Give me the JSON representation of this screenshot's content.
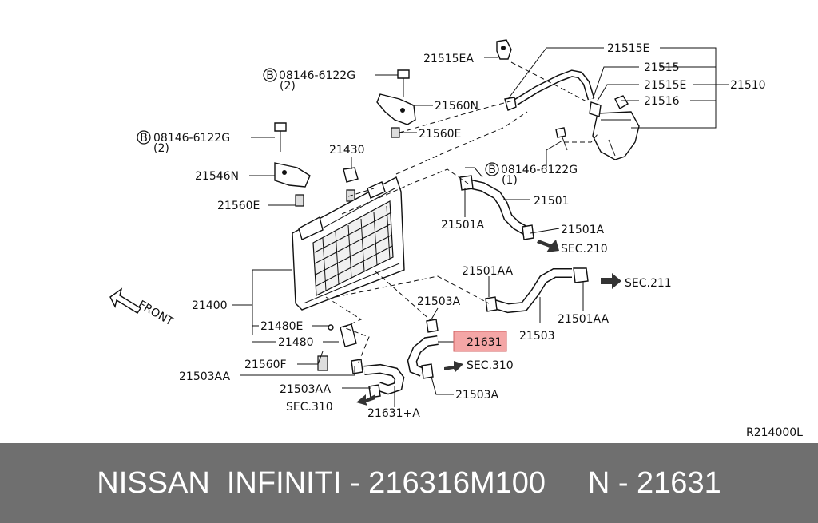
{
  "labels": {
    "p21515EA": "21515EA",
    "p21515E_top": "21515E",
    "p21515": "21515",
    "p21515E_mid": "21515E",
    "p21510": "21510",
    "p21516": "21516",
    "bolt_top": "08146-6122G",
    "bolt_top_qty": "(2)",
    "p21560N": "21560N",
    "p21560E_top": "21560E",
    "bolt_left": "08146-6122G",
    "bolt_left_qty": "(2)",
    "p21430": "21430",
    "p21546N": "21546N",
    "p21560E_left": "21560E",
    "bolt_right": "08146-6122G",
    "bolt_right_qty": "(1)",
    "p21501": "21501",
    "p21501A_left": "21501A",
    "p21501A_right": "21501A",
    "sec210": "SEC.210",
    "p21501AA_top": "21501AA",
    "sec211": "SEC.211",
    "p21501AA_right": "21501AA",
    "p21503A_top": "21503A",
    "p21503": "21503",
    "p21400": "21400",
    "p21480E": "21480E",
    "p21480": "21480",
    "p21631": "21631",
    "sec310_right": "SEC.310",
    "p21560F": "21560F",
    "p21503AA_left": "21503AA",
    "p21503AA_bottom": "21503AA",
    "p21503A_bottom": "21503A",
    "sec310_left": "SEC.310",
    "p21631A": "21631+A",
    "front": "FRONT",
    "bolt_marker": "B",
    "diagram_code": "R214000L"
  },
  "highlight_color": "#f4a6a6",
  "banner": {
    "text": "NISSAN  INFINITI - 216316M100     N - 21631",
    "background": "#6f6f6f",
    "color": "#ffffff"
  }
}
